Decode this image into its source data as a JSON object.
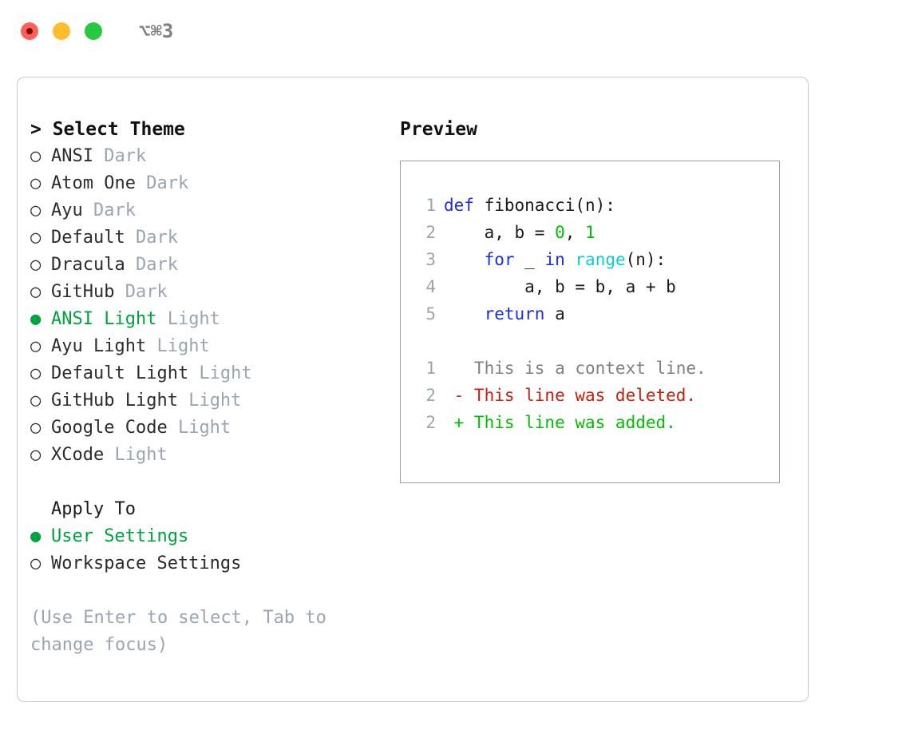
{
  "titlebar": {
    "traffic_lights": [
      "close",
      "minimize",
      "maximize"
    ],
    "shortcut": "⌥⌘3",
    "colors": {
      "red": "#ff6059",
      "yellow": "#ffbd2e",
      "green": "#28c840",
      "shortcut_text": "#808080"
    }
  },
  "theme_panel": {
    "title": "> Select Theme",
    "marker_unselected": "○",
    "marker_selected": "●",
    "accent": "#00a33c",
    "muted": "#9aa5b4",
    "items": [
      {
        "name": "ANSI",
        "variant": "Dark",
        "selected": false
      },
      {
        "name": "Atom One",
        "variant": "Dark",
        "selected": false
      },
      {
        "name": "Ayu",
        "variant": "Dark",
        "selected": false
      },
      {
        "name": "Default",
        "variant": "Dark",
        "selected": false
      },
      {
        "name": "Dracula",
        "variant": "Dark",
        "selected": false
      },
      {
        "name": "GitHub",
        "variant": "Dark",
        "selected": false
      },
      {
        "name": "ANSI Light",
        "variant": "Light",
        "selected": true
      },
      {
        "name": "Ayu Light",
        "variant": "Light",
        "selected": false
      },
      {
        "name": "Default Light",
        "variant": "Light",
        "selected": false
      },
      {
        "name": "GitHub Light",
        "variant": "Light",
        "selected": false
      },
      {
        "name": "Google Code",
        "variant": "Light",
        "selected": false
      },
      {
        "name": "XCode",
        "variant": "Light",
        "selected": false
      }
    ]
  },
  "apply_to": {
    "title": "Apply To",
    "items": [
      {
        "name": "User Settings",
        "selected": true
      },
      {
        "name": "Workspace Settings",
        "selected": false
      }
    ]
  },
  "hint": "(Use Enter to select, Tab to change focus)",
  "preview": {
    "title": "Preview",
    "border_color": "#93a1b0",
    "syntax_colors": {
      "keyword": "#1a2ee0",
      "function": "#0fcbd8",
      "number": "#00bf00",
      "text": "#1a1a1a",
      "linenumber": "#9aa5b4",
      "diff_context": "#808080",
      "diff_deleted": "#c4200a",
      "diff_added": "#00bf00"
    },
    "code_lines": [
      {
        "n": "1",
        "tokens": [
          {
            "t": "def ",
            "c": "kw"
          },
          {
            "t": "fibonacci(n):",
            "c": "txt"
          }
        ]
      },
      {
        "n": "2",
        "tokens": [
          {
            "t": "    a, b = ",
            "c": "txt"
          },
          {
            "t": "0",
            "c": "num"
          },
          {
            "t": ", ",
            "c": "txt"
          },
          {
            "t": "1",
            "c": "num"
          }
        ]
      },
      {
        "n": "3",
        "tokens": [
          {
            "t": "    ",
            "c": "txt"
          },
          {
            "t": "for",
            "c": "kw"
          },
          {
            "t": " _ ",
            "c": "txt"
          },
          {
            "t": "in",
            "c": "kw"
          },
          {
            "t": " ",
            "c": "txt"
          },
          {
            "t": "range",
            "c": "fn"
          },
          {
            "t": "(n):",
            "c": "txt"
          }
        ]
      },
      {
        "n": "4",
        "tokens": [
          {
            "t": "        a, b = b, a + b",
            "c": "txt"
          }
        ]
      },
      {
        "n": "5",
        "tokens": [
          {
            "t": "    ",
            "c": "txt"
          },
          {
            "t": "return",
            "c": "kw"
          },
          {
            "t": " a",
            "c": "txt"
          }
        ]
      }
    ],
    "diff_lines": [
      {
        "n": "1",
        "prefix": "  ",
        "text": "This is a context line.",
        "kind": "ctx"
      },
      {
        "n": "2",
        "prefix": "- ",
        "text": "This line was deleted.",
        "kind": "del"
      },
      {
        "n": "2",
        "prefix": "+ ",
        "text": "This line was added.",
        "kind": "add"
      }
    ]
  }
}
